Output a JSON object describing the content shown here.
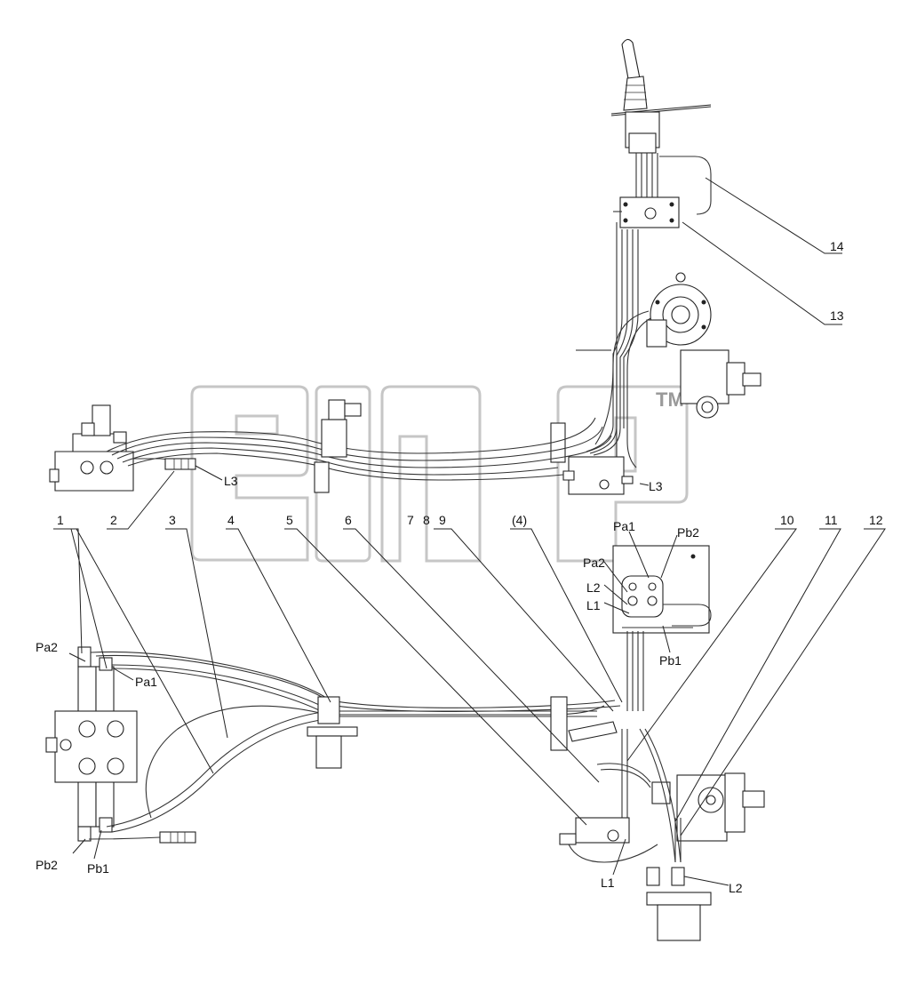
{
  "watermark": {
    "text": "elip",
    "tm": "TM"
  },
  "callouts": {
    "c1": "1",
    "c2": "2",
    "c3": "3",
    "c4": "4",
    "c5": "5",
    "c6": "6",
    "c7": "7",
    "c8": "8",
    "c9": "9",
    "c4p": "(4)",
    "c10": "10",
    "c11": "11",
    "c12": "12",
    "c13": "13",
    "c14": "14"
  },
  "port_labels": {
    "pa2_left": "Pa2",
    "pa1_left": "Pa1",
    "pb2_left": "Pb2",
    "pb1_left": "Pb1",
    "l3_left": "L3",
    "l3_right": "L3",
    "pa1_right": "Pa1",
    "pb2_right": "Pb2",
    "pa2_right": "Pa2",
    "l2_right": "L2",
    "l1_right": "L1",
    "pb1_right": "Pb1",
    "l1_bottom": "L1",
    "l2_bottom": "L2"
  },
  "colors": {
    "line": "#222222",
    "watermark": "#b8b8b8"
  }
}
